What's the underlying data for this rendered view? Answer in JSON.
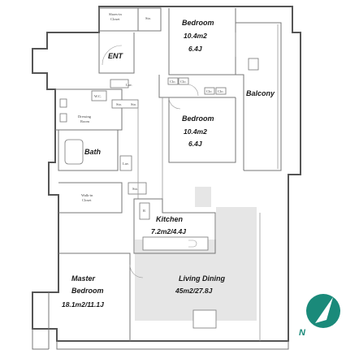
{
  "rooms": {
    "bedroom_1": {
      "name": "Bedroom",
      "area": "10.4m2",
      "mats": "6.4J"
    },
    "bedroom_2": {
      "name": "Bedroom",
      "area": "10.4m2",
      "mats": "6.4J"
    },
    "balcony": {
      "name": "Balcony"
    },
    "kitchen": {
      "name": "Kitchen",
      "area": "7.2m2/4.4J"
    },
    "master_bedroom": {
      "name_line1": "Master",
      "name_line2": "Bedroom",
      "area": "18.1m2/11.1J"
    },
    "living_dining": {
      "name": "Living Dining",
      "area": "45m2/27.8J"
    },
    "bath": {
      "name": "Bath"
    },
    "entrance": {
      "name": "ENT"
    }
  },
  "small_labels": {
    "shoes_in_closet_1": "Shoes-in",
    "shoes_in_closet_2": "Closet",
    "storage_a": "Sto.",
    "storage_b": "Sto.",
    "storage_c": "Sto.",
    "storage_d": "Sto.",
    "lavatory_a": "Lav.",
    "lavatory_b": "Lav.",
    "wc": "W.C.",
    "closet_1": "Clo.",
    "closet_2": "Clo.",
    "closet_3": "Clo.",
    "closet_4": "Clo.",
    "dressing_room_1": "Dressing",
    "dressing_room_2": "Room",
    "walk_in_closet_1": "Walk-in",
    "walk_in_closet_2": "Closet",
    "refrigerator": "R"
  },
  "compass": {
    "label": "N",
    "color": "#1a8a7a"
  },
  "colors": {
    "wall": "#555555",
    "floor_accent": "#e6e6e6"
  }
}
